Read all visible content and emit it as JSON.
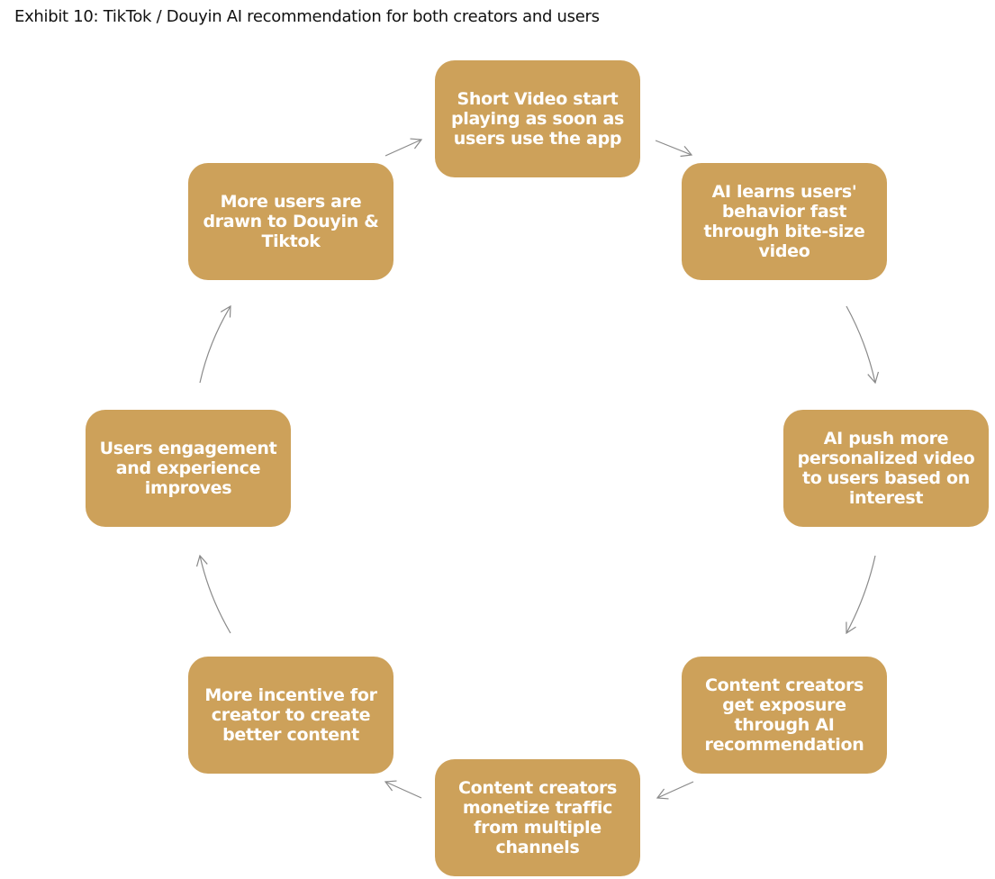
{
  "title": "Exhibit 10: TikTok / Douyin AI recommendation for both creators and users",
  "nodes": [
    {
      "label": "Short Video start playing as soon as users use the app"
    },
    {
      "label": "AI learns users' behavior fast through bite-size video"
    },
    {
      "label": "AI push more personalized video to users based on interest"
    },
    {
      "label": "Content creators get exposure through AI recommendation"
    },
    {
      "label": "Content creators monetize traffic from multiple channels"
    },
    {
      "label": "More incentive for creator to create better content"
    },
    {
      "label": "Users engagement and experience improves"
    },
    {
      "label": "More users are drawn to Douyin & Tiktok"
    }
  ],
  "colors": {
    "box": "#CDA15A",
    "arrow": "#8a8a8a",
    "text": "#ffffff"
  }
}
